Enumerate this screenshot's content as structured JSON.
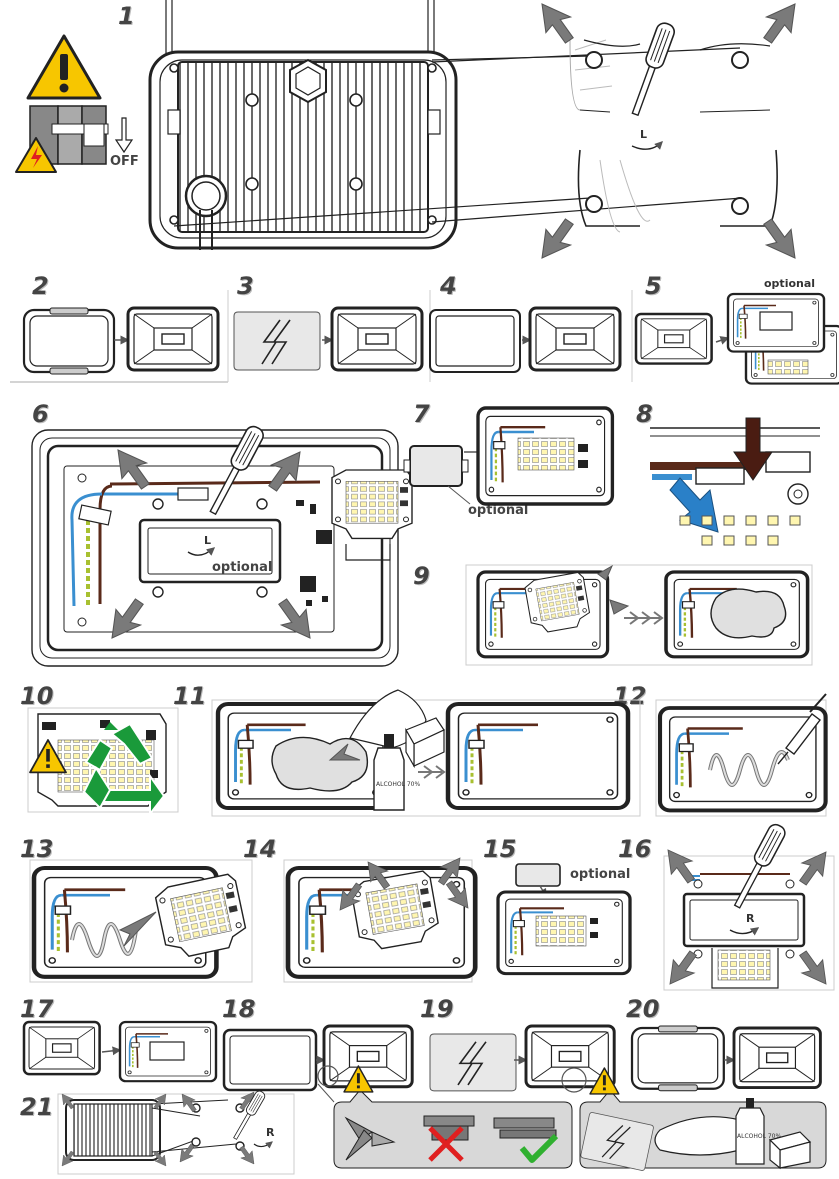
{
  "steps": [
    "1",
    "2",
    "3",
    "4",
    "5",
    "6",
    "7",
    "8",
    "9",
    "10",
    "11",
    "12",
    "13",
    "14",
    "15",
    "16",
    "17",
    "18",
    "19",
    "20",
    "21"
  ],
  "labels": {
    "off": "OFF",
    "optional": "optional",
    "left": "L",
    "right": "R",
    "alcohol": "ALCOHOL 70%"
  },
  "icons": [
    "warning-triangle-icon",
    "electric-hazard-icon",
    "power-switch-icon",
    "screwdriver-icon",
    "recycle-icon",
    "tissue-box-icon",
    "alcohol-bottle-icon",
    "syringe-icon",
    "cross-mark-icon",
    "check-mark-icon",
    "pliers-icon"
  ],
  "colors": {
    "warning_yellow": "#f7c600",
    "recycle_green": "#1a9a3a",
    "wire_blue": "#3a8fd0",
    "wire_brown": "#5a2a1a",
    "wire_green_yellow": "#a8c030",
    "cross_red": "#e02020",
    "check_green": "#30b030",
    "arrow_gray": "#7a7a7a",
    "led_yellow": "#fff6b0"
  }
}
